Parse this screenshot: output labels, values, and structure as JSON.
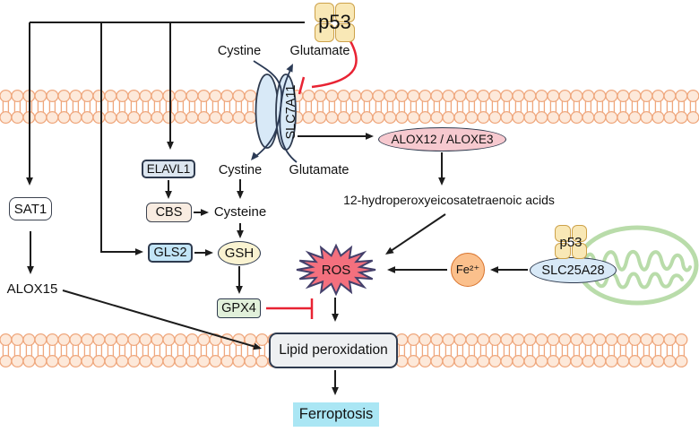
{
  "pathway": {
    "labels": {
      "p53_top": "p53",
      "cystine_top": "Cystine",
      "glutamate_top": "Glutamate",
      "slc7a11": "SLC7A11",
      "cystine_in": "Cystine",
      "glutamate_in": "Glutamate",
      "elavl1": "ELAVL1",
      "cbs": "CBS",
      "cysteine": "Cysteine",
      "gls2": "GLS2",
      "gsh": "GSH",
      "gpx4": "GPX4",
      "sat1": "SAT1",
      "alox15": "ALOX15",
      "alox12_aloxe3": "ALOX12 / ALOXE3",
      "hpete": "12-hydroperoxyeicosatetraenoic acids",
      "ros": "ROS",
      "fe2": "Fe²⁺",
      "slc25a28": "SLC25A28",
      "p53_mito": "p53",
      "lipid_peroxidation": "Lipid peroxidation",
      "ferroptosis": "Ferroptosis"
    },
    "edges": [
      {
        "from": "p53",
        "to": "SAT1",
        "effect": "activation"
      },
      {
        "from": "p53",
        "to": "GLS2",
        "effect": "activation"
      },
      {
        "from": "p53",
        "to": "ELAVL1",
        "effect": "activation"
      },
      {
        "from": "p53",
        "to": "SLC7A11",
        "effect": "inhibition"
      },
      {
        "from": "SAT1",
        "to": "ALOX15",
        "effect": "activation"
      },
      {
        "from": "ALOX15",
        "to": "Lipid peroxidation",
        "effect": "activation"
      },
      {
        "from": "ELAVL1",
        "to": "CBS",
        "effect": "activation"
      },
      {
        "from": "CBS",
        "to": "Cysteine",
        "effect": "activation"
      },
      {
        "from": "Cystine",
        "to": "Cysteine",
        "effect": "activation"
      },
      {
        "from": "Cysteine",
        "to": "GSH",
        "effect": "activation"
      },
      {
        "from": "GLS2",
        "to": "GSH",
        "effect": "activation"
      },
      {
        "from": "GSH",
        "to": "GPX4",
        "effect": "activation"
      },
      {
        "from": "GPX4",
        "to": "Lipid peroxidation",
        "effect": "inhibition"
      },
      {
        "from": "SLC7A11",
        "to": "ALOX12 / ALOXE3",
        "effect": "activation"
      },
      {
        "from": "ALOX12 / ALOXE3",
        "to": "12-hydroperoxyeicosatetraenoic acids",
        "effect": "activation"
      },
      {
        "from": "12-hydroperoxyeicosatetraenoic acids",
        "to": "ROS",
        "effect": "activation"
      },
      {
        "from": "Fe²⁺",
        "to": "ROS",
        "effect": "activation"
      },
      {
        "from": "SLC25A28",
        "to": "Fe²⁺",
        "effect": "activation"
      },
      {
        "from": "ROS",
        "to": "Lipid peroxidation",
        "effect": "activation"
      },
      {
        "from": "Lipid peroxidation",
        "to": "Ferroptosis",
        "effect": "activation"
      },
      {
        "from": "SLC7A11",
        "to": "Cystine in / Glutamate out",
        "effect": "transport"
      }
    ],
    "colors": {
      "membrane_stroke": "#efa77d",
      "membrane_fill": "#fde9da",
      "p53_fill": "#f9e8b6",
      "p53_border": "#cda24a",
      "transporter_fill": "#d8e9f7",
      "alox_ellipse_fill": "#f6c9cf",
      "ros_fill": "#f4707e",
      "ros_border": "#44406b",
      "fe_fill": "#fbc08c",
      "fe_border": "#d9742e",
      "gsh_fill": "#faf3d1",
      "gpx4_fill": "#e1f0da",
      "gls2_fill": "#c2e5f7",
      "elavl1_fill": "#dce6f0",
      "cbs_fill": "#f9ece1",
      "mitochondria": "#b9dcaa",
      "inhibition_red": "#e82333",
      "arrow_black": "#1c1c1c",
      "lipid_box_fill": "#eef0f2",
      "ferroptosis_fill": "#aae6f4",
      "outline_navy": "#2e3a4e"
    }
  }
}
